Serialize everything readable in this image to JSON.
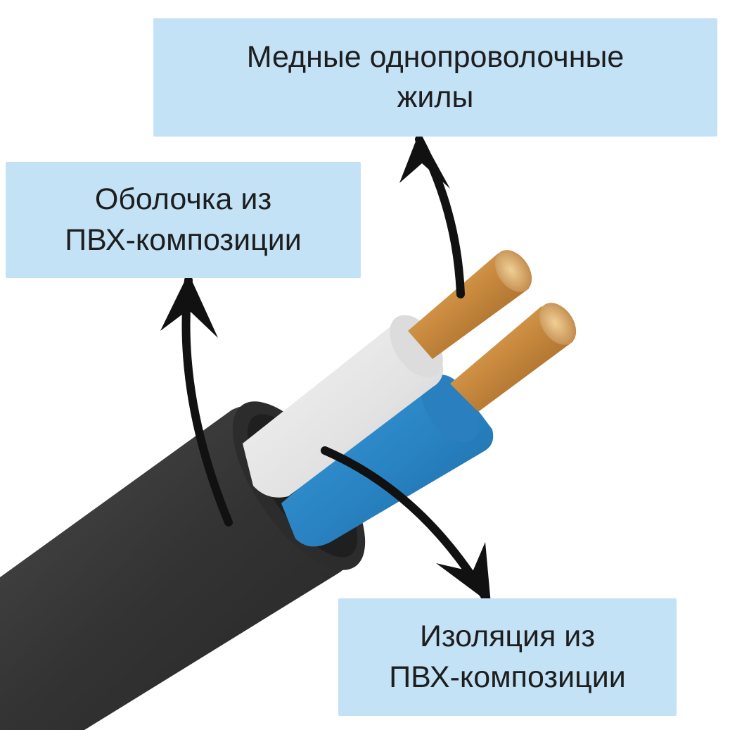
{
  "labels": {
    "conductors": {
      "line1": "Медные однопроволочные",
      "line2": "жилы"
    },
    "sheath": {
      "line1": "Оболочка из",
      "line2": "ПВХ-композиции"
    },
    "insulation": {
      "line1": "Изоляция из",
      "line2": "ПВХ-композиции"
    }
  },
  "colors": {
    "label_bg": "#c3e2f6",
    "label_text": "#1e1e1e",
    "sheath": "#3a3a3a",
    "white_insulation": "#e8e8e8",
    "blue_insulation": "#2b88c8",
    "copper": "#c98a3e",
    "arrow": "#111111"
  }
}
